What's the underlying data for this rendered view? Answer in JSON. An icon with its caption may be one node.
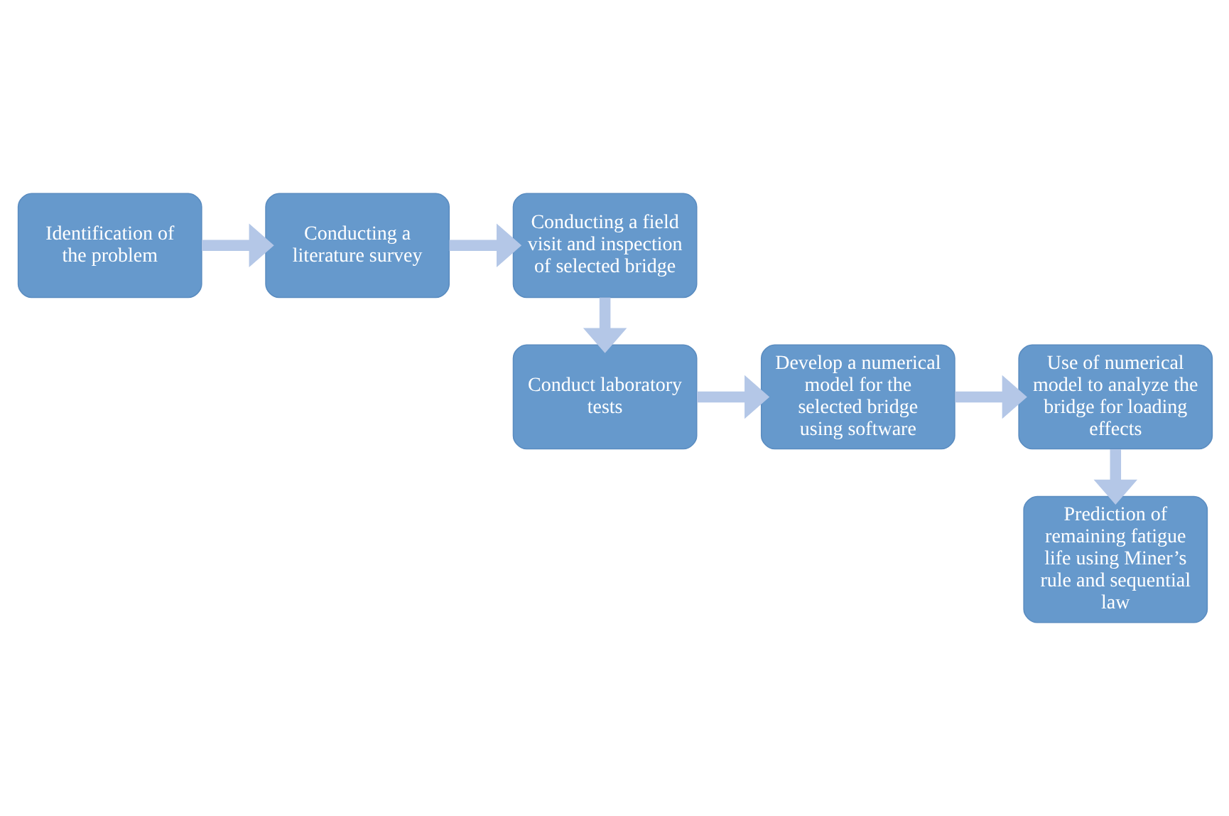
{
  "diagram": {
    "nodes": [
      {
        "text": [
          "Identification of the problem"
        ]
      },
      {
        "text": [
          "Conducting a literature survey"
        ]
      },
      {
        "text": [
          "Conducting a field visit and inspection of selected bridge"
        ]
      },
      {
        "text": [
          "Conduct laboratory tests"
        ]
      },
      {
        "text": [
          "Develop a numerical model for the selected bridge using software"
        ]
      },
      {
        "text": [
          "Use of numerical model to analyze the bridge for loading effects"
        ]
      },
      {
        "text": [
          "Prediction of remaining fatigue life using Miner’s rule and sequential law"
        ]
      }
    ],
    "edges": [
      {
        "from": 0,
        "to": 1,
        "arrow": "to"
      },
      {
        "from": 1,
        "to": 2,
        "arrow": "to"
      },
      {
        "from": 2,
        "to": 3,
        "arrow": "to"
      },
      {
        "from": 3,
        "to": 4,
        "arrow": "to"
      },
      {
        "from": 4,
        "to": 5,
        "arrow": "to"
      },
      {
        "from": 5,
        "to": 6,
        "arrow": "to"
      }
    ]
  }
}
